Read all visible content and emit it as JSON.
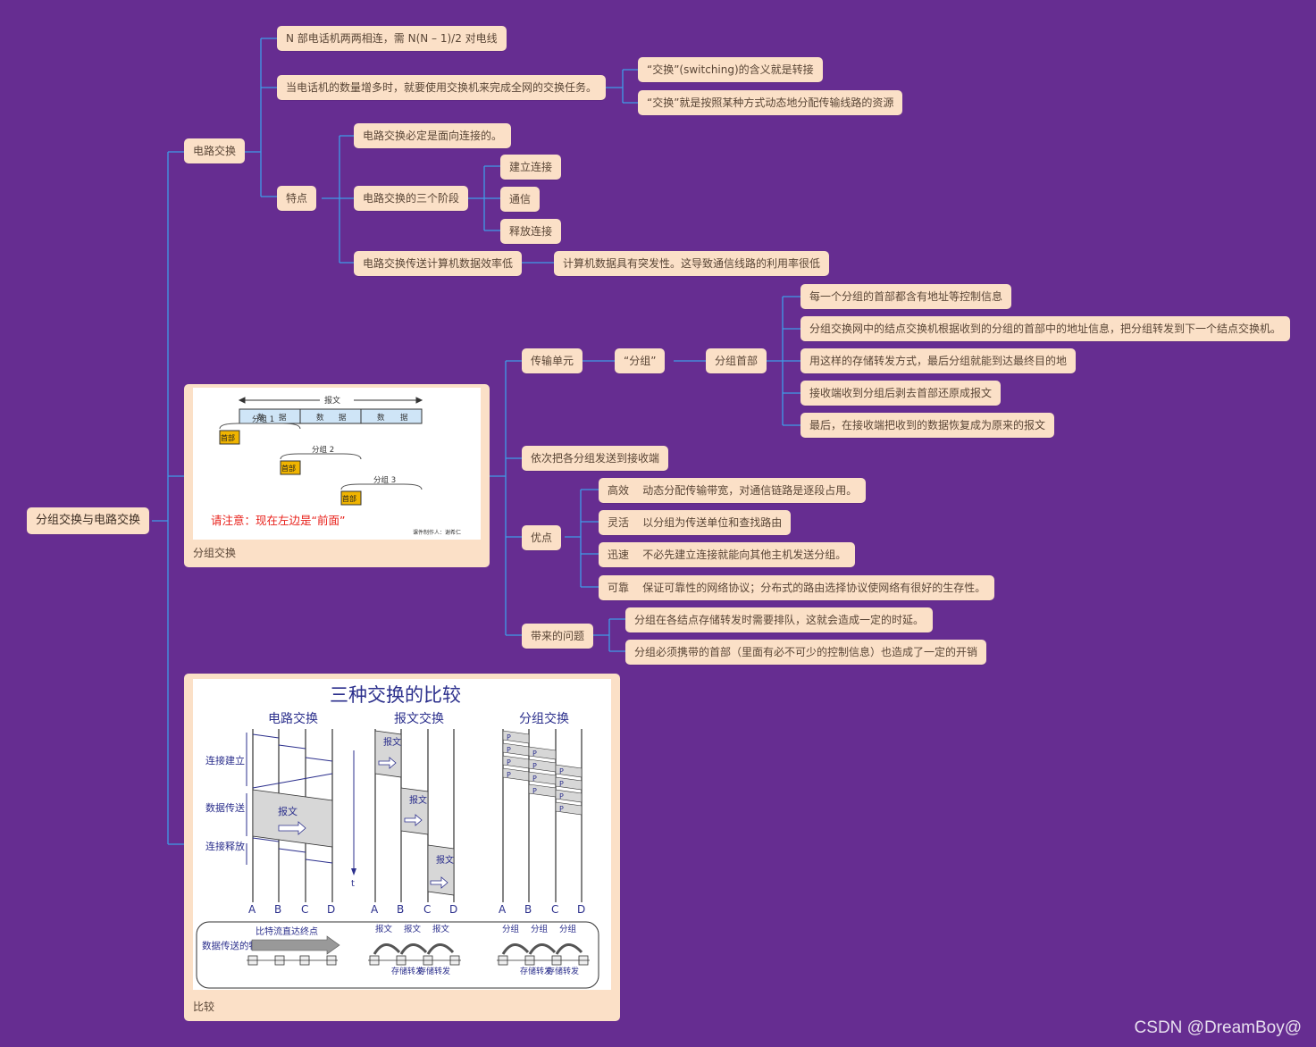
{
  "root": "分组交换与电路交换",
  "circuit": {
    "label": "电路交换",
    "n_phones": "N 部电话机两两相连，需 N(N – 1)/2 对电线",
    "when_many": "当电话机的数量增多时，就要使用交换机来完成全网的交换任务。",
    "switching_meaning": "“交换”(switching)的含义就是转接",
    "switching_def": "“交换”就是按照某种方式动态地分配传输线路的资源",
    "features": {
      "label": "特点",
      "connection_oriented": "电路交换必定是面向连接的。",
      "three_phases": "电路交换的三个阶段",
      "phases": [
        "建立连接",
        "通信",
        "释放连接"
      ],
      "low_efficiency": "电路交换传送计算机数据效率低",
      "burst": "计算机数据具有突发性。这导致通信线路的利用率很低"
    }
  },
  "packet_card": {
    "caption": "分组交换",
    "figure": {
      "message": "报文",
      "segments": [
        "数",
        "据",
        "数",
        "据",
        "数",
        "据"
      ],
      "packet1": "分组 1",
      "packet2": "分组 2",
      "packet3": "分组 3",
      "header": "首部",
      "note": "请注意：现在左边是“前面”",
      "credit": "课件制作人：谢希仁"
    }
  },
  "packet": {
    "transfer_unit": "传输单元",
    "group": "“分组”",
    "group_header": "分组首部",
    "header_points": [
      "每一个分组的首部都含有地址等控制信息",
      "分组交换网中的结点交换机根据收到的分组的首部中的地址信息，把分组转发到下一个结点交换机。",
      "用这样的存储转发方式，最后分组就能到达最终目的地",
      "接收端收到分组后剥去首部还原成报文",
      "最后，在接收端把收到的数据恢复成为原来的报文"
    ],
    "send_in_order": "依次把各分组发送到接收端",
    "advantages": {
      "label": "优点",
      "items": [
        "高效    动态分配传输带宽，对通信链路是逐段占用。",
        "灵活    以分组为传送单位和查找路由",
        "迅速    不必先建立连接就能向其他主机发送分组。",
        "可靠    保证可靠性的网络协议；分布式的路由选择协议使网络有很好的生存性。"
      ]
    },
    "problems": {
      "label": "带来的问题",
      "items": [
        "分组在各结点存储转发时需要排队，这就会造成一定的时延。",
        "分组必须携带的首部（里面有必不可少的控制信息）也造成了一定的开销"
      ]
    }
  },
  "compare_card": {
    "caption": "比较",
    "figure": {
      "title": "三种交换的比较",
      "col_circuit": "电路交换",
      "col_message": "报文交换",
      "col_packet": "分组交换",
      "phase_setup": "连接建立",
      "phase_data": "数据传送",
      "phase_release": "连接释放",
      "message": "报文",
      "message_v": "报文",
      "packet_p": "P",
      "time": "t",
      "nodes": [
        "A",
        "B",
        "C",
        "D"
      ],
      "bottom_label": "数据传送的特点",
      "bit_stream": "比特流直达终点",
      "store_forward": "存储转发",
      "group_word": "分组"
    }
  },
  "watermark": "CSDN @DreamBoy@",
  "colors": {
    "background": "#662d91",
    "node": "#fbe0c7",
    "link": "#3f9be8"
  }
}
